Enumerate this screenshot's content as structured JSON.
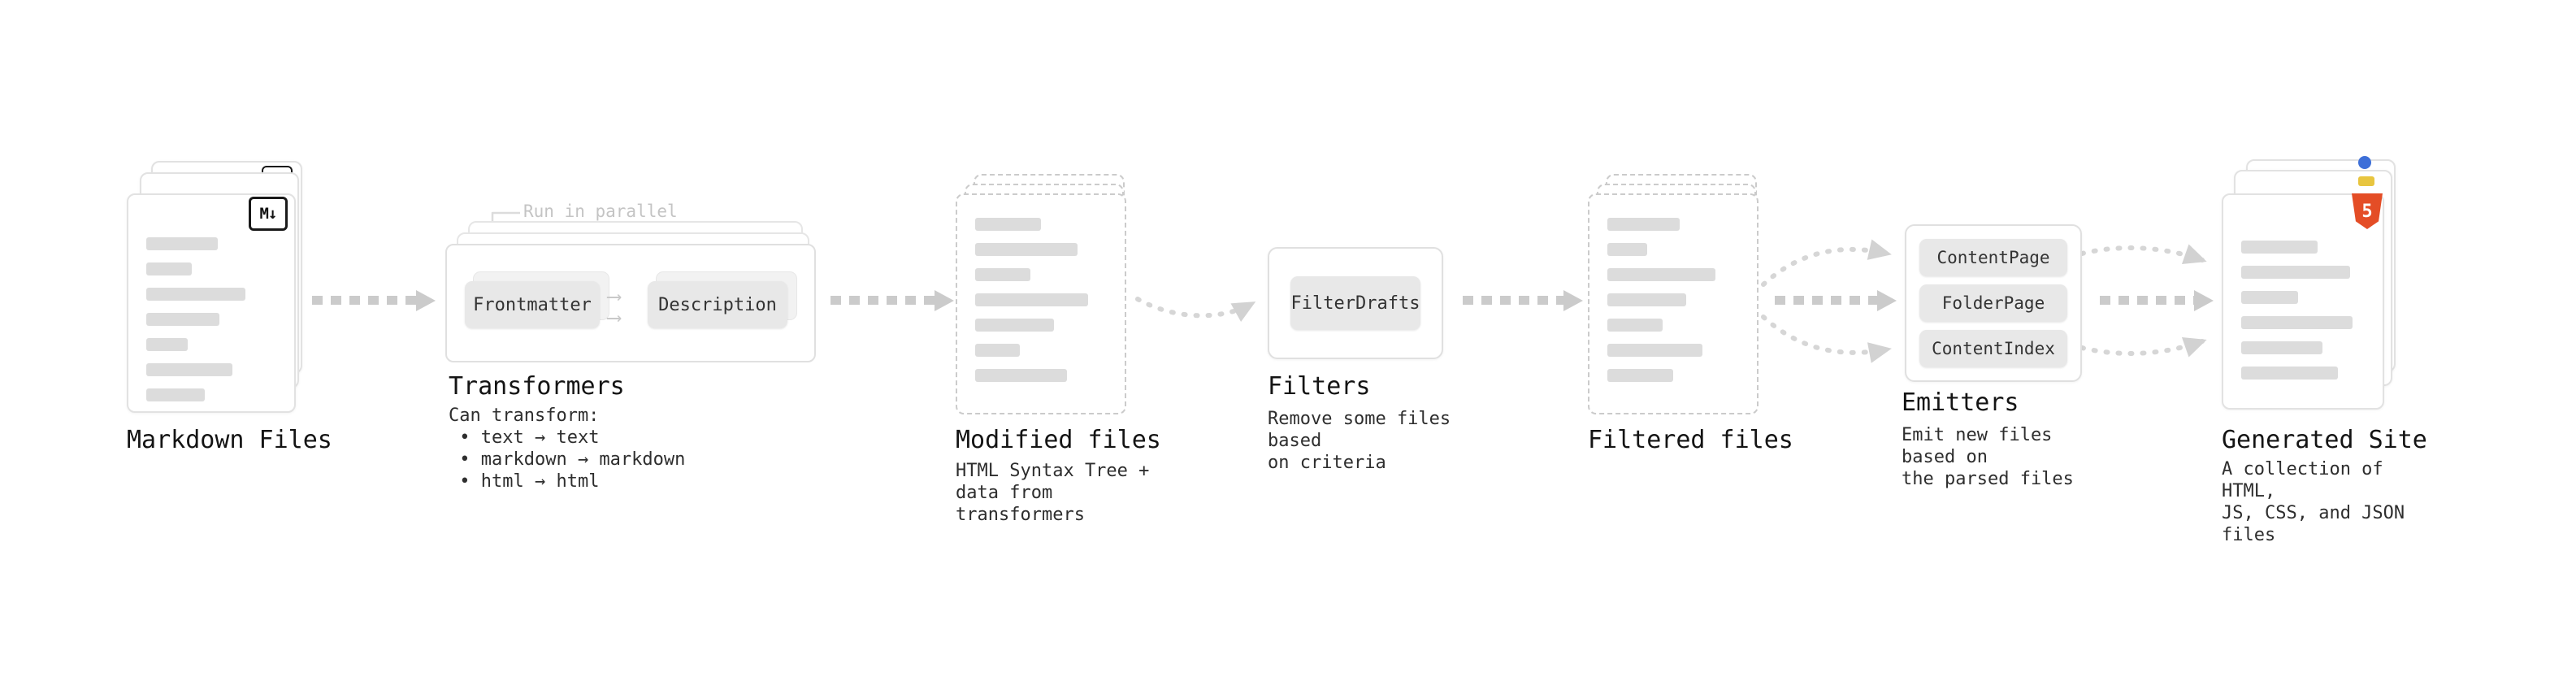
{
  "colors": {
    "background": "#ffffff",
    "card_border": "#e0e0e0",
    "dashed_border": "#cbcbcb",
    "node_background": "#e8e8e8",
    "placeholder_bar": "#dcdcdc",
    "arrow": "#cbcbcb",
    "dotted_arrow": "#d6d6d6",
    "label_text": "#141414",
    "description_text": "#2e2e2e",
    "annotation_text": "#c4c4c4",
    "markdown_badge_border": "#191919",
    "html5_orange": "#e44d26",
    "css_blue": "#3d6fd8",
    "js_yellow": "#e8c53f"
  },
  "icons": {
    "flow_arrow": "⟶"
  },
  "stages": {
    "markdown_files": {
      "label": "Markdown Files",
      "badge": "M↓"
    },
    "transformers": {
      "label": "Transformers",
      "annotation": "Run in parallel",
      "nodes": [
        "Frontmatter",
        "Description"
      ],
      "description": "Can transform:\n • text → text\n • markdown → markdown\n • html → html"
    },
    "modified_files": {
      "label": "Modified files",
      "description": "HTML Syntax Tree +\ndata from transformers"
    },
    "filters": {
      "label": "Filters",
      "nodes": [
        "FilterDrafts"
      ],
      "description": "Remove some files based\non criteria"
    },
    "filtered_files": {
      "label": "Filtered files"
    },
    "emitters": {
      "label": "Emitters",
      "nodes": [
        "ContentPage",
        "FolderPage",
        "ContentIndex"
      ],
      "description": "Emit new files based on\nthe parsed files"
    },
    "generated_site": {
      "label": "Generated Site",
      "badge": "5",
      "description": "A collection of HTML,\nJS, CSS, and JSON files"
    }
  }
}
